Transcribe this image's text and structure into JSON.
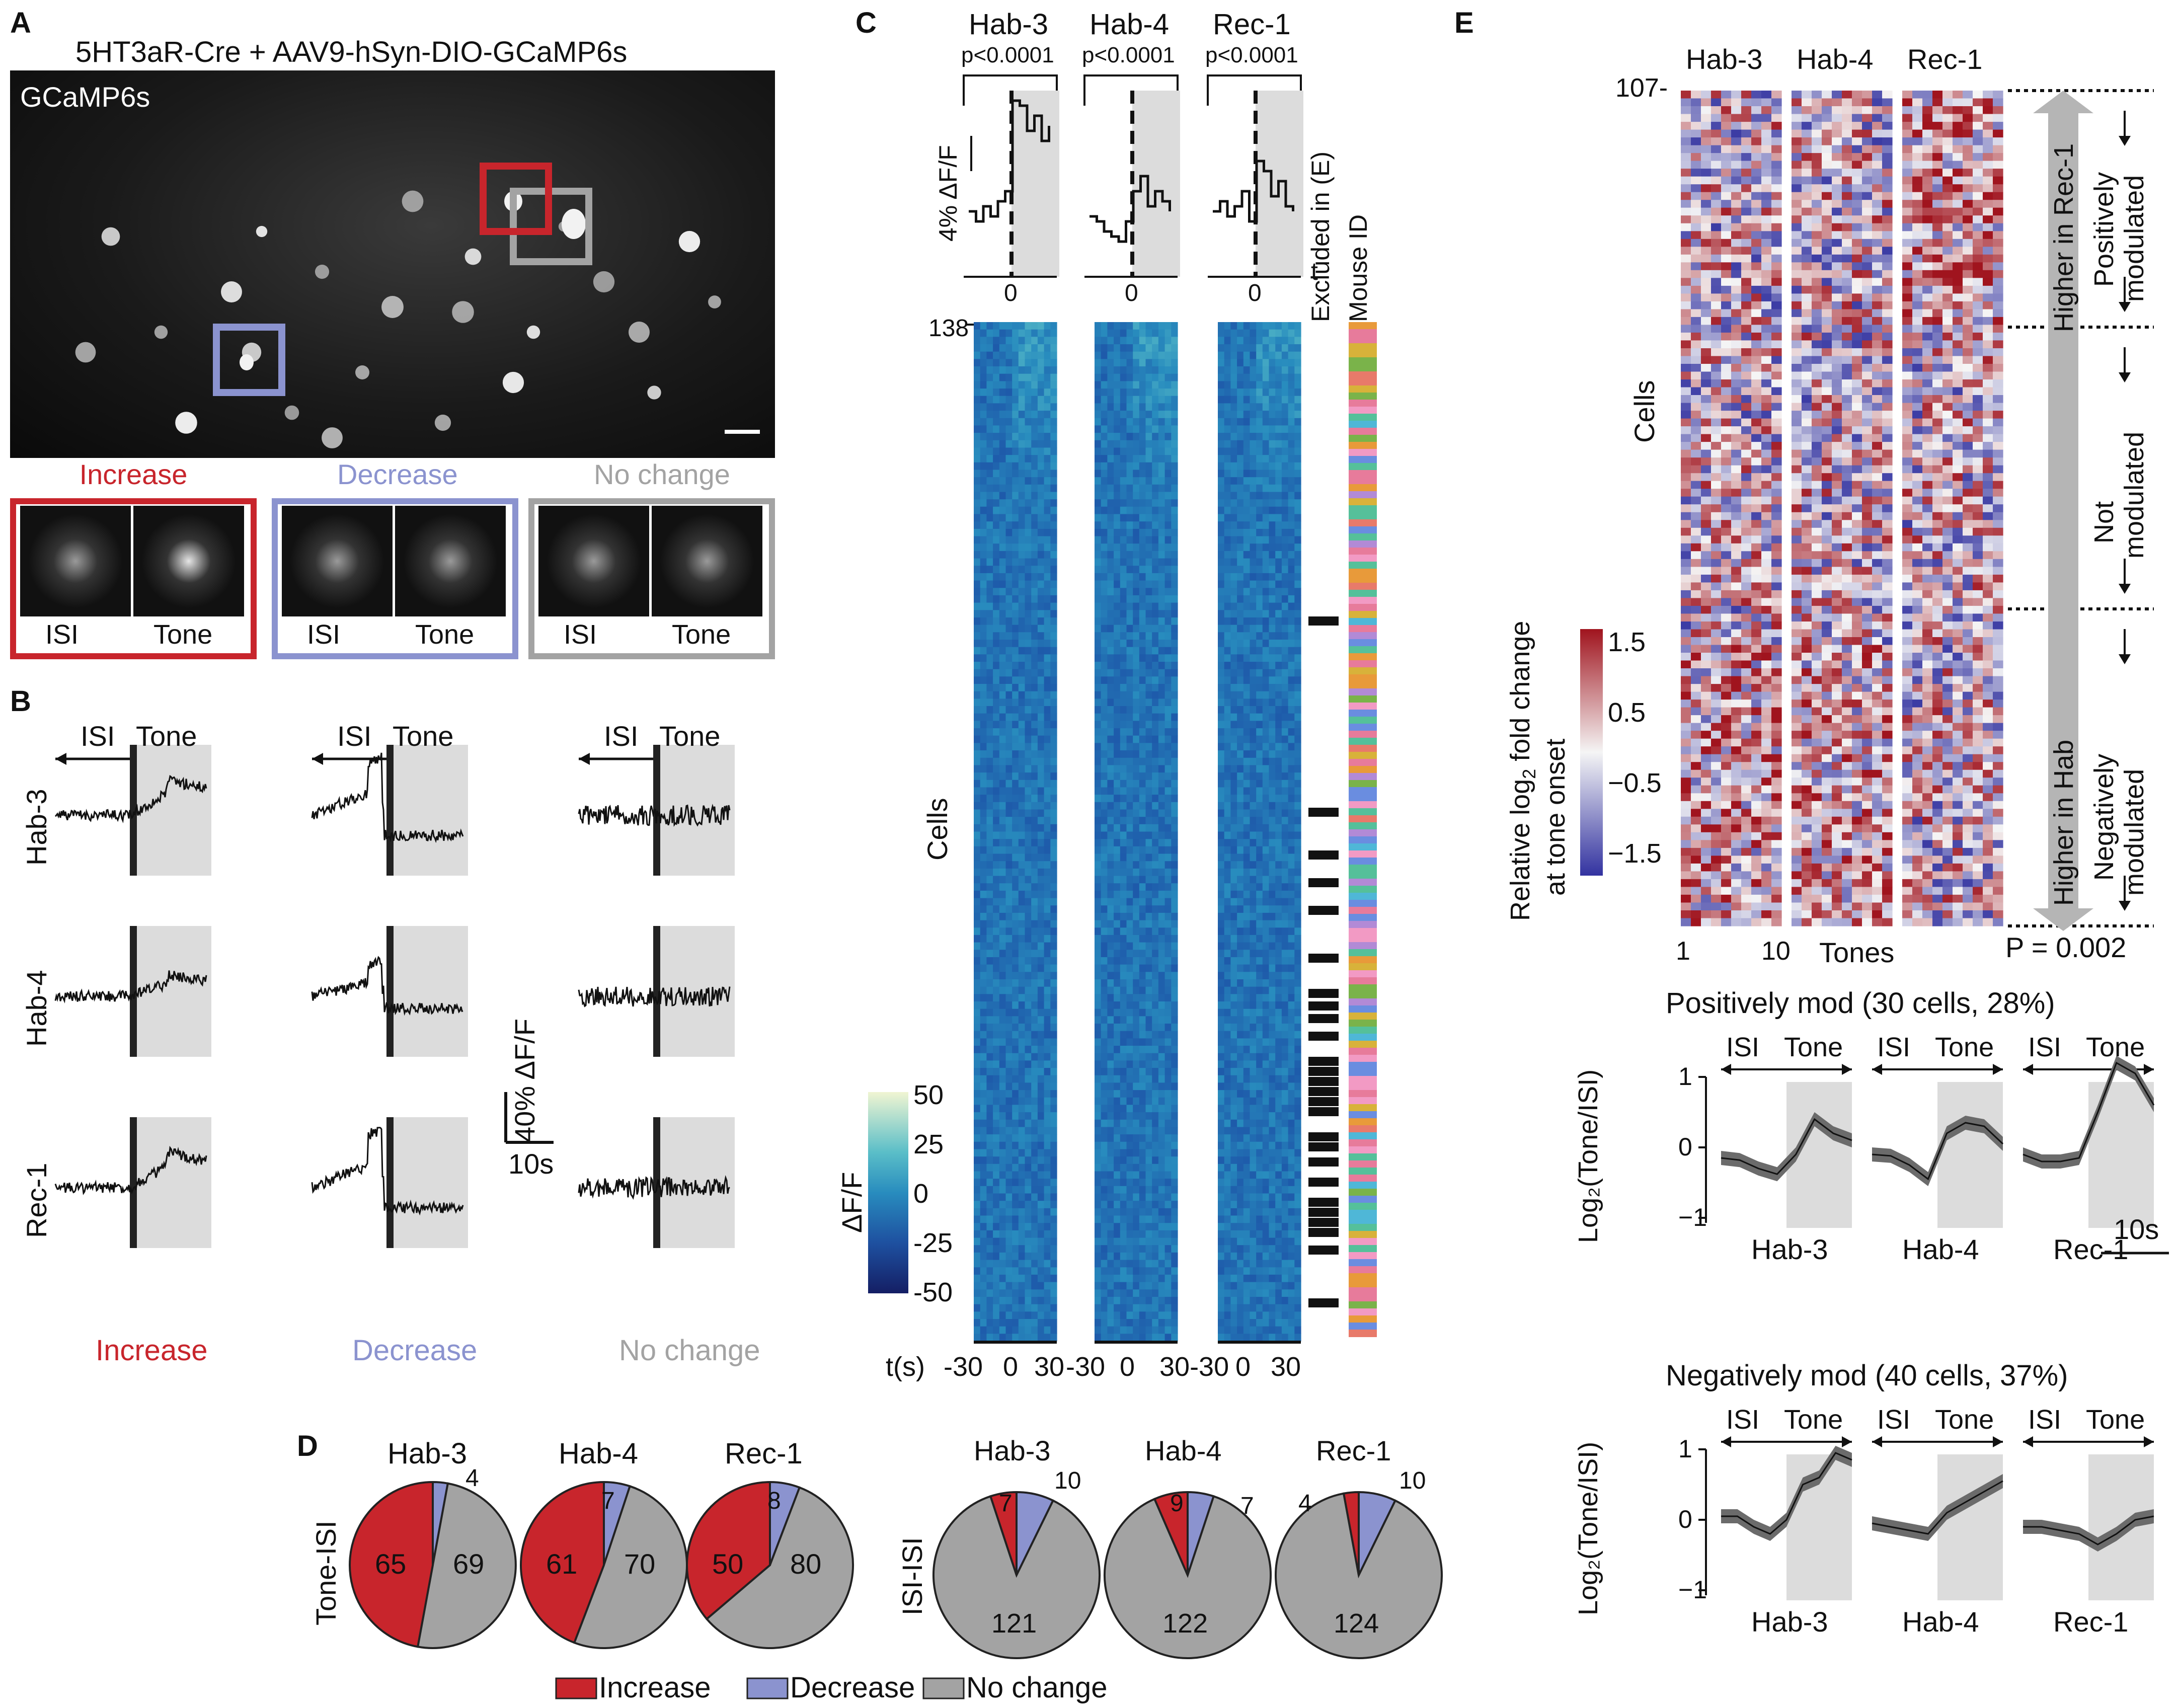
{
  "panels": {
    "a": "A",
    "b": "B",
    "c": "C",
    "d": "D",
    "e": "E"
  },
  "panel_a": {
    "title": "5HT3aR-Cre + AAV9-hSyn-DIO-GCaMP6s",
    "image_label": "GCaMP6s",
    "insets": [
      {
        "title": "Increase",
        "color": "#c8252c",
        "left": "ISI",
        "right": "Tone"
      },
      {
        "title": "Decrease",
        "color": "#8b93cf",
        "left": "ISI",
        "right": "Tone"
      },
      {
        "title": "No change",
        "color": "#a3a3a3",
        "left": "ISI",
        "right": "Tone"
      }
    ]
  },
  "panel_b": {
    "isi": "ISI",
    "tone": "Tone",
    "rows": [
      "Hab-3",
      "Hab-4",
      "Rec-1"
    ],
    "columns": [
      {
        "label": "Increase",
        "color": "#c8252c"
      },
      {
        "label": "Decrease",
        "color": "#8b93cf"
      },
      {
        "label": "No change",
        "color": "#a3a3a3"
      }
    ],
    "scale_y": "40% ΔF/F",
    "scale_x": "10s"
  },
  "panel_c": {
    "sessions": [
      {
        "name": "Hab-3",
        "p": "p<0.0001"
      },
      {
        "name": "Hab-4",
        "p": "p<0.0001"
      },
      {
        "name": "Rec-1",
        "p": "p<0.0001"
      }
    ],
    "scale": "4% ΔF/F",
    "t_label": "t",
    "zero": "0",
    "row_max": "138",
    "cells": "Cells",
    "excluded": "Excluded in (E)",
    "mouse_id": "Mouse ID",
    "colorbar_title": "ΔF/F",
    "colorbar_ticks": [
      "50",
      "25",
      "0",
      "-25",
      "-50"
    ],
    "t_axis_label": "t(s)",
    "t_ticks": [
      "-30",
      "0",
      "30",
      "-30",
      "0",
      "30-30",
      "0",
      "30"
    ]
  },
  "panel_d": {
    "row1_label": "Tone-ISI",
    "row2_label": "ISI-ISI",
    "pies_tone": [
      {
        "name": "Hab-3",
        "increase": 65,
        "decrease": 4,
        "nochange": 69,
        "labels": [
          "65",
          "4",
          "69"
        ]
      },
      {
        "name": "Hab-4",
        "increase": 61,
        "decrease": 7,
        "nochange": 70,
        "labels": [
          "61",
          "7",
          "70"
        ]
      },
      {
        "name": "Rec-1",
        "increase": 50,
        "decrease": 8,
        "nochange": 80,
        "labels": [
          "50",
          "8",
          "80"
        ]
      }
    ],
    "pies_isi": [
      {
        "name": "Hab-3",
        "increase": 7,
        "decrease": 10,
        "nochange": 121,
        "labels": [
          "7",
          "10",
          "121"
        ]
      },
      {
        "name": "Hab-4",
        "increase": 9,
        "decrease": 7,
        "nochange": 122,
        "labels": [
          "9",
          "7",
          "122"
        ]
      },
      {
        "name": "Rec-1",
        "increase": 4,
        "decrease": 10,
        "nochange": 124,
        "labels": [
          "4",
          "10",
          "124"
        ]
      }
    ],
    "legend": [
      {
        "label": "Increase",
        "color": "#c8252c"
      },
      {
        "label": "Decrease",
        "color": "#8b93cf"
      },
      {
        "label": "No change",
        "color": "#a3a3a3"
      }
    ]
  },
  "panel_e": {
    "sessions": [
      "Hab-3",
      "Hab-4",
      "Rec-1"
    ],
    "row_max": "107-",
    "cells": "Cells",
    "x_start": "1",
    "x_end": "10",
    "x_label": "Tones",
    "colorbar_title_1": "Relative log",
    "colorbar_sub": "2",
    "colorbar_title_2": " fold change",
    "colorbar_title_3": "at tone onset",
    "colorbar_ticks": [
      "1.5",
      "0.5",
      "−0.5",
      "−1.5"
    ],
    "arrow_top": "Higher in Rec-1",
    "arrow_bottom": "Higher in Hab",
    "groups": [
      "Positively modulated",
      "Not modulated",
      "Negatively modulated"
    ],
    "p_value": "P = 0.002",
    "pos_title": "Positively mod (30 cells, 28%)",
    "neg_title": "Negatively mod (40 cells, 37%)",
    "ylabel": "Log₂(Tone/ISI)",
    "yticks": [
      "1",
      "0",
      "−1"
    ],
    "isi": "ISI",
    "tone": "Tone",
    "scale_x": "10s",
    "pos_series": [
      {
        "name": "Hab-3",
        "values": [
          -0.15,
          -0.18,
          -0.3,
          -0.38,
          -0.1,
          0.4,
          0.2,
          0.1
        ]
      },
      {
        "name": "Hab-4",
        "values": [
          -0.1,
          -0.12,
          -0.25,
          -0.45,
          0.2,
          0.35,
          0.3,
          0.05
        ]
      },
      {
        "name": "Rec-1",
        "values": [
          -0.1,
          -0.2,
          -0.2,
          -0.15,
          0.5,
          1.2,
          1.05,
          0.6
        ]
      }
    ],
    "neg_series": [
      {
        "name": "Hab-3",
        "values": [
          0.05,
          0.05,
          -0.1,
          -0.2,
          0.0,
          0.5,
          0.6,
          0.95,
          0.85
        ]
      },
      {
        "name": "Hab-4",
        "values": [
          -0.05,
          -0.1,
          -0.15,
          -0.2,
          0.1,
          0.25,
          0.4,
          0.55
        ]
      },
      {
        "name": "Rec-1",
        "values": [
          -0.1,
          -0.1,
          -0.15,
          -0.2,
          -0.35,
          -0.2,
          0.0,
          0.05
        ]
      }
    ]
  }
}
